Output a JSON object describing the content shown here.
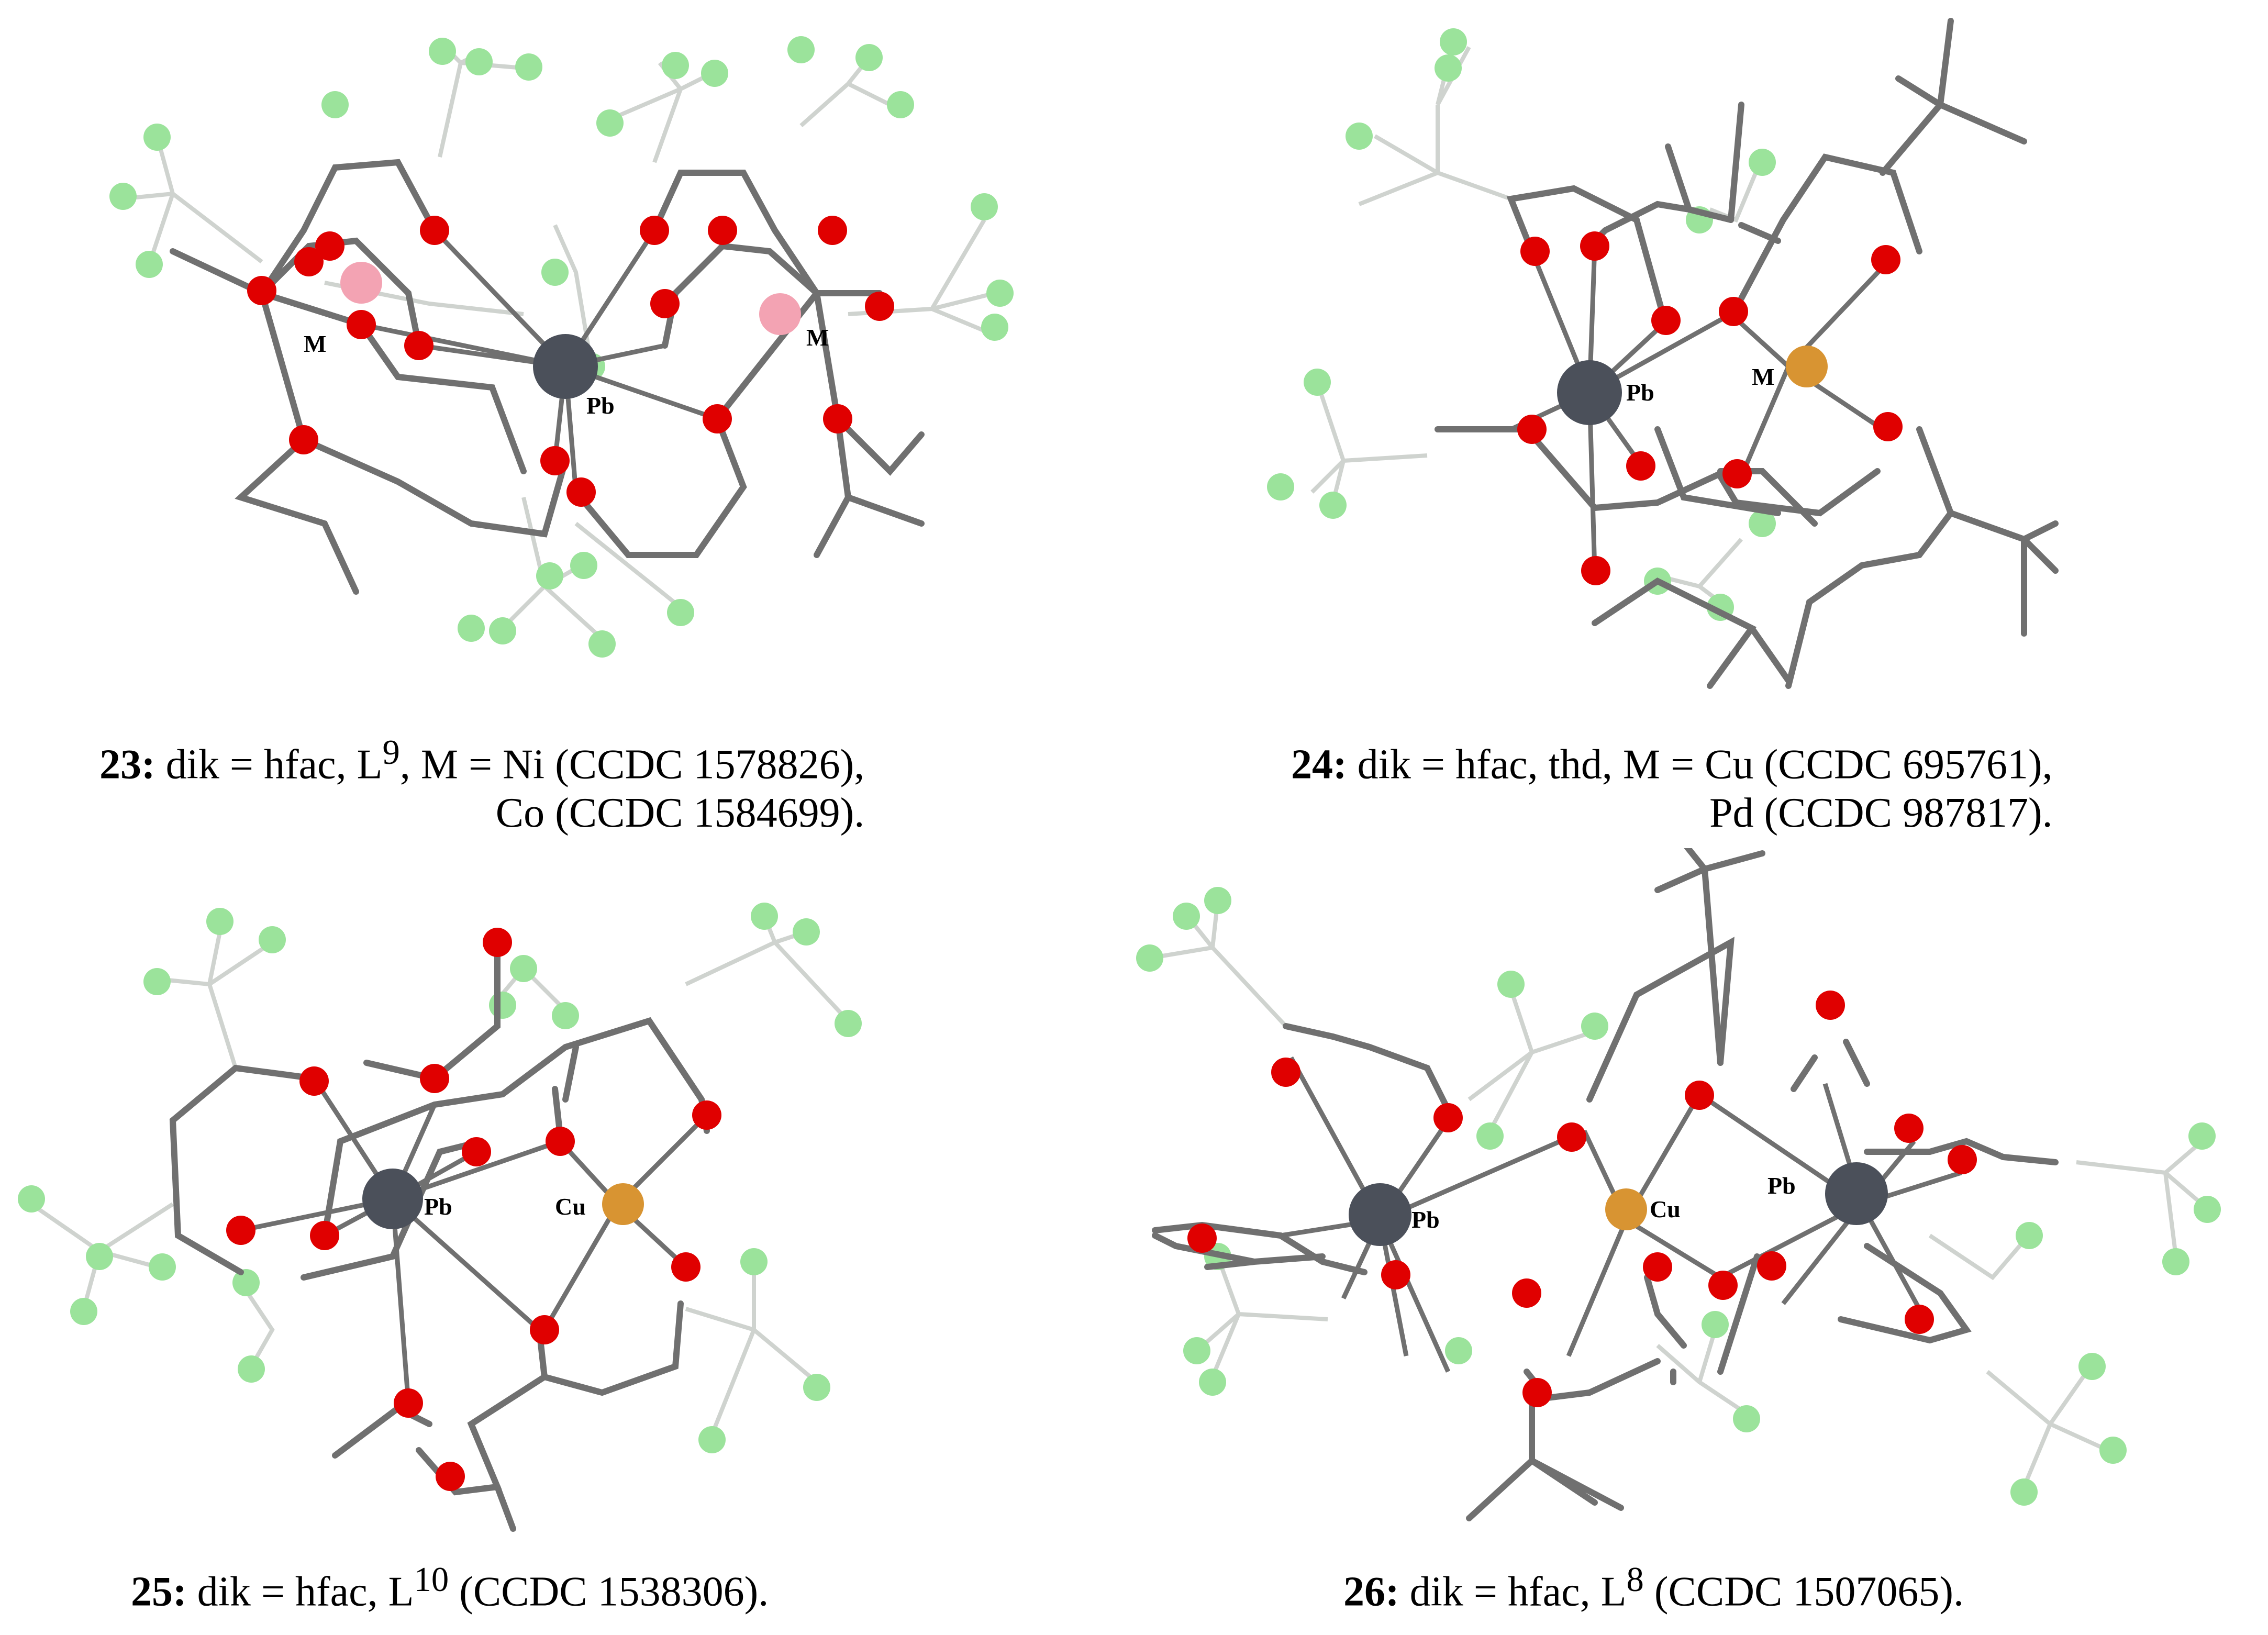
{
  "colors": {
    "bond": "#707070",
    "faint_bond": "#cfd3cf",
    "oxygen": "#e00000",
    "fluorine": "#9be39b",
    "lead": "#4b505a",
    "metal_ni_co": "#f3a3b3",
    "copper": "#d89432"
  },
  "icons": [
    "oxygen-atom-icon",
    "fluorine-atom-icon",
    "lead-atom-icon",
    "metal-atom-icon"
  ],
  "panels": [
    {
      "id": "23",
      "number": "23:",
      "text_a": " dik = hfac, L",
      "sup": "9",
      "text_b": ", M = Ni (CCDC 1578826),",
      "line2": "Co (CCDC 1584699).",
      "labels": [
        "M",
        "Pb",
        "M"
      ]
    },
    {
      "id": "24",
      "number": "24:",
      "text_a": " dik = hfac, thd, M = Cu (CCDC 695761),",
      "sup": "",
      "text_b": "",
      "line2": "Pd (CCDC 987817).",
      "labels": [
        "Pb",
        "M"
      ]
    },
    {
      "id": "25",
      "number": "25:",
      "text_a": " dik = hfac, L",
      "sup": "10",
      "text_b": " (CCDC 1538306).",
      "line2": "",
      "labels": [
        "Pb",
        "Cu"
      ]
    },
    {
      "id": "26",
      "number": "26:",
      "text_a": " dik = hfac, L",
      "sup": "8",
      "text_b": " (CCDC 1507065).",
      "line2": "",
      "labels": [
        "Pb",
        "Cu",
        "Pb"
      ]
    }
  ]
}
